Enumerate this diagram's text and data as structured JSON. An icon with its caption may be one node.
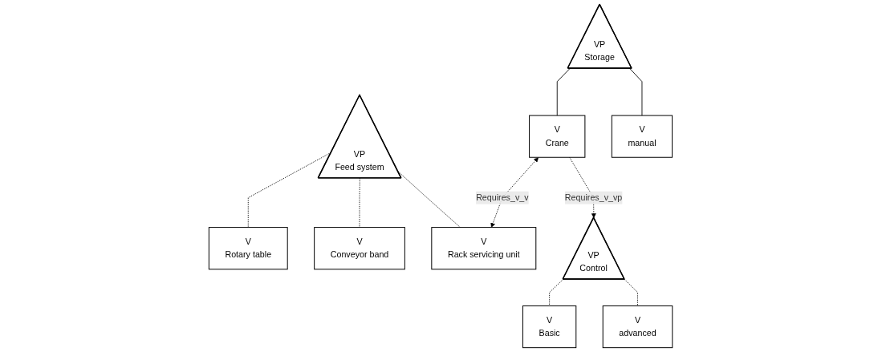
{
  "diagram": {
    "nodes": [
      {
        "text": [
          "VP",
          "Feed system"
        ]
      },
      {
        "text": [
          "VP",
          "Storage"
        ]
      },
      {
        "text": [
          "VP",
          "Control"
        ]
      },
      {
        "text": [
          "V",
          "Rotary table"
        ]
      },
      {
        "text": [
          "V",
          "Conveyor band"
        ]
      },
      {
        "text": [
          "V",
          "Rack servicing unit"
        ]
      },
      {
        "text": [
          "V",
          "Crane"
        ]
      },
      {
        "text": [
          "V",
          "manual"
        ]
      },
      {
        "text": [
          "V",
          "Basic"
        ]
      },
      {
        "text": [
          "V",
          "advanced"
        ]
      }
    ],
    "edges": [
      {
        "from": 0,
        "to": 3,
        "arrow": "none",
        "style": "dashed"
      },
      {
        "from": 0,
        "to": 4,
        "arrow": "none",
        "style": "dashed"
      },
      {
        "from": 0,
        "to": 5,
        "arrow": "none",
        "style": "dashed"
      },
      {
        "from": 1,
        "to": 6,
        "arrow": "none"
      },
      {
        "from": 1,
        "to": 7,
        "arrow": "none"
      },
      {
        "from": 2,
        "to": 8,
        "arrow": "none",
        "style": "dashed"
      },
      {
        "from": 2,
        "to": 9,
        "arrow": "none",
        "style": "dashed"
      },
      {
        "from": 6,
        "to": 5,
        "label": "Requires_v_v",
        "arrow": "both",
        "style": "dashed"
      },
      {
        "from": 6,
        "to": 2,
        "label": "Requires_v_vp",
        "arrow": "to",
        "style": "dashed"
      }
    ]
  }
}
